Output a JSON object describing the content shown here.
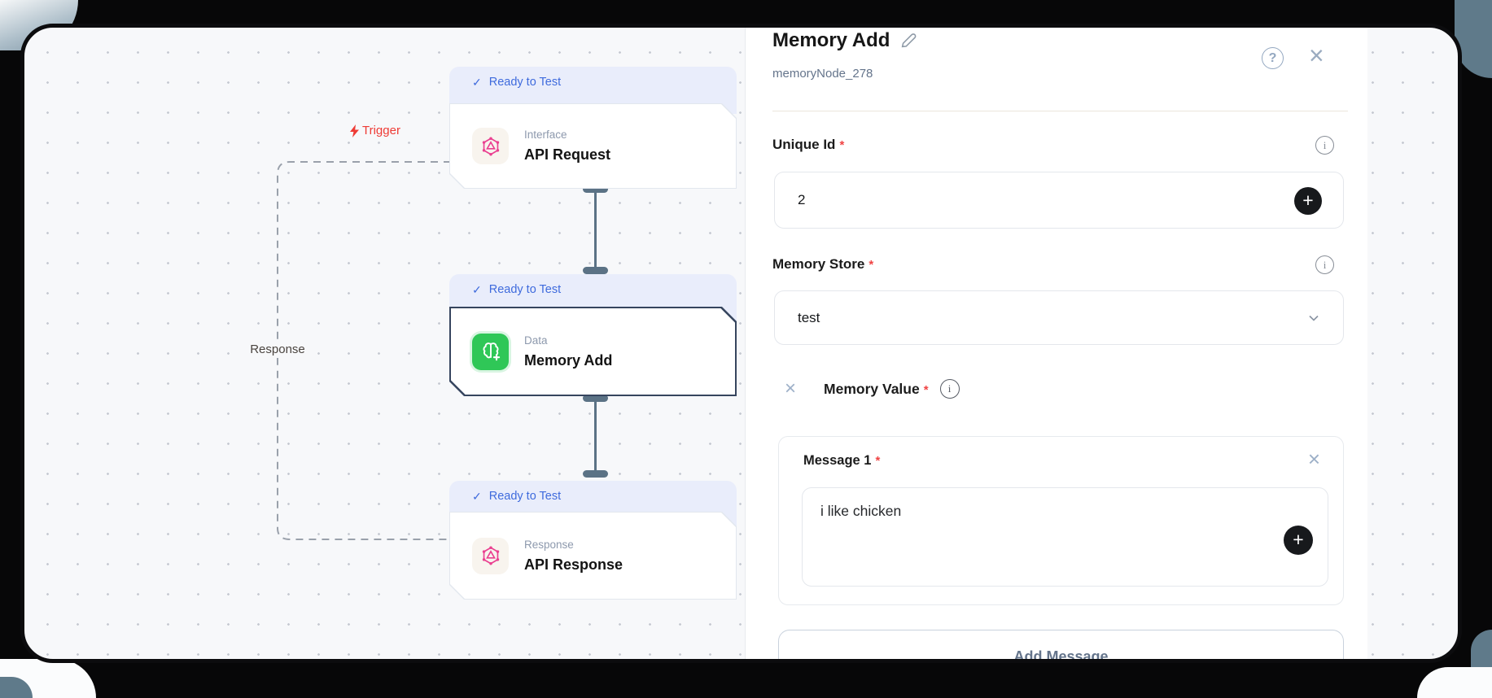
{
  "app": {
    "canvas_bg": "#f7f8fa",
    "accent_blue": "#3f6bdd",
    "accent_red": "#ee3b35",
    "accent_green": "#2fc757",
    "slate": "#5b7285"
  },
  "canvas": {
    "edges": {
      "trigger_label": "Trigger",
      "response_label": "Response"
    },
    "nodes": [
      {
        "status": "Ready to Test",
        "category": "Interface",
        "title": "API Request",
        "icon": "api-hexagon-icon",
        "selected": false
      },
      {
        "status": "Ready to Test",
        "category": "Data",
        "title": "Memory Add",
        "icon": "brain-add-icon",
        "selected": true
      },
      {
        "status": "Ready to Test",
        "category": "Response",
        "title": "API Response",
        "icon": "api-hexagon-icon",
        "selected": false
      }
    ]
  },
  "glyphs": {
    "check": "✓",
    "close": "×",
    "help": "?",
    "info": "i",
    "plus": "+",
    "required": "*"
  },
  "panel": {
    "title": "Memory Add",
    "node_id": "memoryNode_278",
    "fields": {
      "unique_id": {
        "label": "Unique Id",
        "value": "2"
      },
      "memory_store": {
        "label": "Memory Store",
        "value": "test"
      },
      "memory_value": {
        "label": "Memory Value"
      },
      "message": {
        "label": "Message 1",
        "value": "i like chicken"
      }
    },
    "add_message_label": "Add Message"
  }
}
